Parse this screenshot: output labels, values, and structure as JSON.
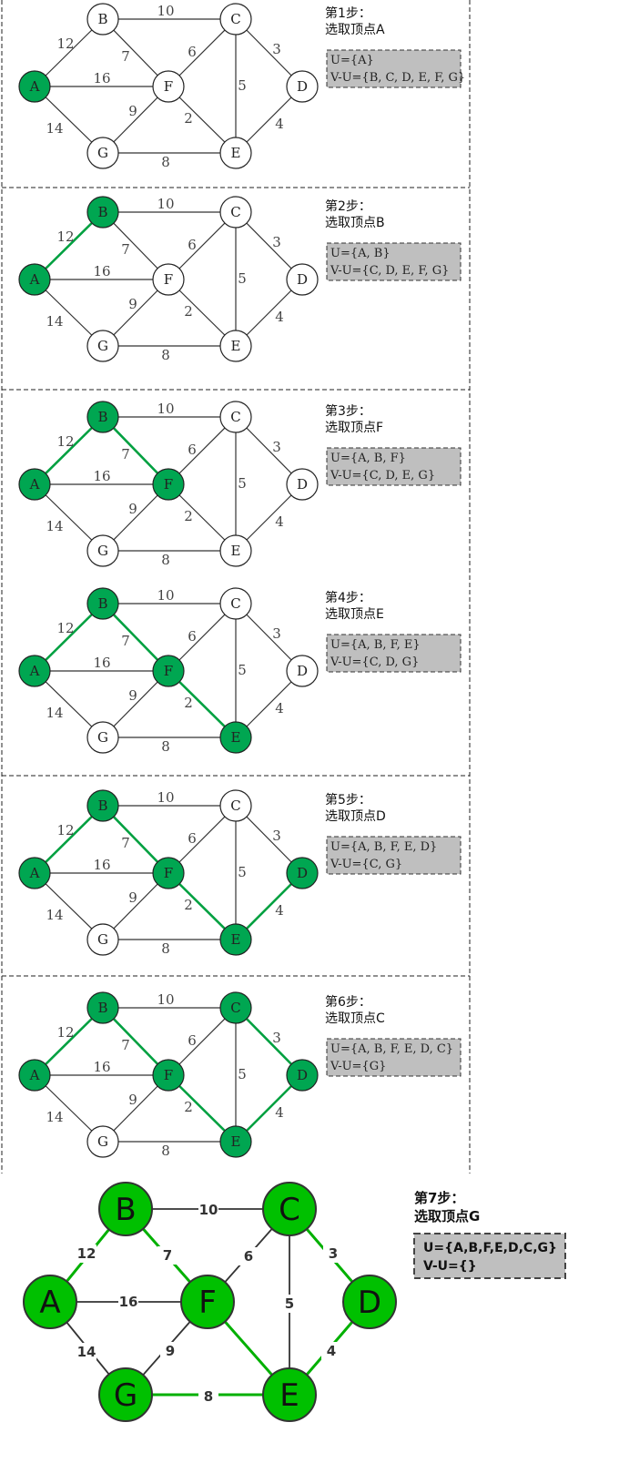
{
  "graph": {
    "nodes": [
      "A",
      "B",
      "C",
      "D",
      "E",
      "F",
      "G"
    ],
    "edges": [
      {
        "from": "A",
        "to": "B",
        "weight": "12"
      },
      {
        "from": "A",
        "to": "F",
        "weight": "16"
      },
      {
        "from": "A",
        "to": "G",
        "weight": "14"
      },
      {
        "from": "B",
        "to": "C",
        "weight": "10"
      },
      {
        "from": "B",
        "to": "F",
        "weight": "7"
      },
      {
        "from": "C",
        "to": "F",
        "weight": "6"
      },
      {
        "from": "C",
        "to": "E",
        "weight": "5"
      },
      {
        "from": "C",
        "to": "D",
        "weight": "3"
      },
      {
        "from": "D",
        "to": "E",
        "weight": "4"
      },
      {
        "from": "F",
        "to": "E",
        "weight": "2"
      },
      {
        "from": "F",
        "to": "G",
        "weight": "9"
      },
      {
        "from": "G",
        "to": "E",
        "weight": "8"
      }
    ]
  },
  "steps": [
    {
      "title": "第1步：",
      "subtitle": "选取顶点A",
      "u_text": "U={A}",
      "vu_text": "V-U={B, C, D, E, F, G}",
      "selected_nodes": [
        "A"
      ],
      "selected_edges": []
    },
    {
      "title": "第2步：",
      "subtitle": "选取顶点B",
      "u_text": "U={A, B}",
      "vu_text": "V-U={C, D, E, F, G}",
      "selected_nodes": [
        "A",
        "B"
      ],
      "selected_edges": [
        "A-B"
      ]
    },
    {
      "title": "第3步：",
      "subtitle": "选取顶点F",
      "u_text": "U={A, B, F}",
      "vu_text": "V-U={C, D, E, G}",
      "selected_nodes": [
        "A",
        "B",
        "F"
      ],
      "selected_edges": [
        "A-B",
        "B-F"
      ]
    },
    {
      "title": "第4步：",
      "subtitle": "选取顶点E",
      "u_text": "U={A, B, F, E}",
      "vu_text": "V-U={C, D, G}",
      "selected_nodes": [
        "A",
        "B",
        "F",
        "E"
      ],
      "selected_edges": [
        "A-B",
        "B-F",
        "F-E"
      ]
    },
    {
      "title": "第5步：",
      "subtitle": "选取顶点D",
      "u_text": "U={A, B, F, E, D}",
      "vu_text": "V-U={C, G}",
      "selected_nodes": [
        "A",
        "B",
        "F",
        "E",
        "D"
      ],
      "selected_edges": [
        "A-B",
        "B-F",
        "F-E",
        "D-E"
      ]
    },
    {
      "title": "第6步：",
      "subtitle": "选取顶点C",
      "u_text": "U={A, B, F, E, D, C}",
      "vu_text": "V-U={G}",
      "selected_nodes": [
        "A",
        "B",
        "F",
        "E",
        "D",
        "C"
      ],
      "selected_edges": [
        "A-B",
        "B-F",
        "F-E",
        "D-E",
        "C-D"
      ]
    }
  ],
  "final_step": {
    "title": "第7步：",
    "subtitle": "选取顶点G",
    "u_text": "U={A,B,F,E,D,C,G}",
    "vu_text": "V-U={}",
    "selected_nodes": [
      "A",
      "B",
      "C",
      "D",
      "E",
      "F",
      "G"
    ],
    "selected_edges": [
      "A-B",
      "B-F",
      "F-E",
      "D-E",
      "C-D",
      "G-E"
    ]
  },
  "colors": {
    "selected_node": "#00a651",
    "selected_edge": "#00a040",
    "final_node": "#00c000",
    "final_edge": "#00b000",
    "info_box": "#bfbfbf"
  }
}
